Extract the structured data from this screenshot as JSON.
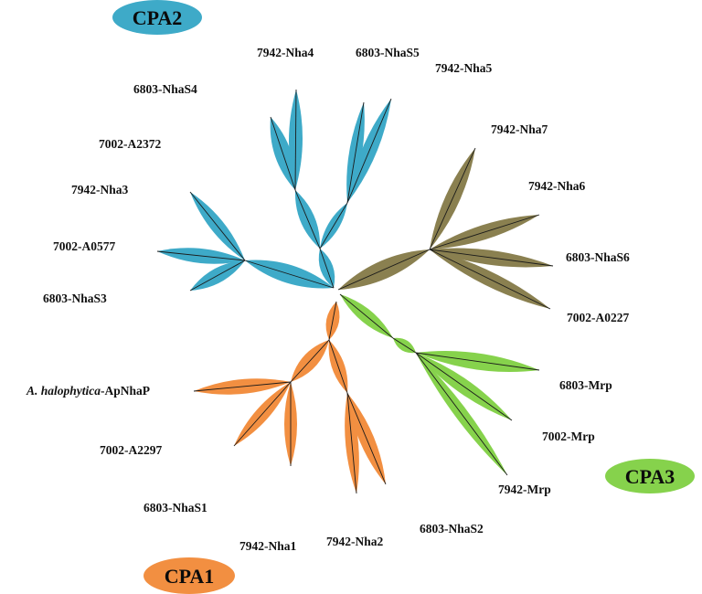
{
  "groups": {
    "cpa2": {
      "label": "CPA2",
      "color": "#3eaac8"
    },
    "cpa1": {
      "label": "CPA1",
      "color": "#f28f41"
    },
    "cpa3": {
      "label": "CPA3",
      "color": "#86d24c"
    },
    "cpa_unlabeled": {
      "color": "#8a8050"
    }
  },
  "leaves": {
    "nha4": "7942-Nha4",
    "nhas5": "6803-NhaS5",
    "nha5": "7942-Nha5",
    "nhas4": "6803-NhaS4",
    "nha7": "7942-Nha7",
    "a2372": "7002-A2372",
    "nha6": "7942-Nha6",
    "nha3": "7942-Nha3",
    "a0577": "7002-A0577",
    "nhas6": "6803-NhaS6",
    "nhas3": "6803-NhaS3",
    "a0227": "7002-A0227",
    "apnhap": {
      "italic": "A. halophytica",
      "rest": "-ApNhaP"
    },
    "mrp6803": "6803-Mrp",
    "a2297": "7002-A2297",
    "mrp7002": "7002-Mrp",
    "mrp7942": "7942-Mrp",
    "nhas1": "6803-NhaS1",
    "nhas2": "6803-NhaS2",
    "nha1": "7942-Nha1",
    "nha2": "7942-Nha2"
  }
}
